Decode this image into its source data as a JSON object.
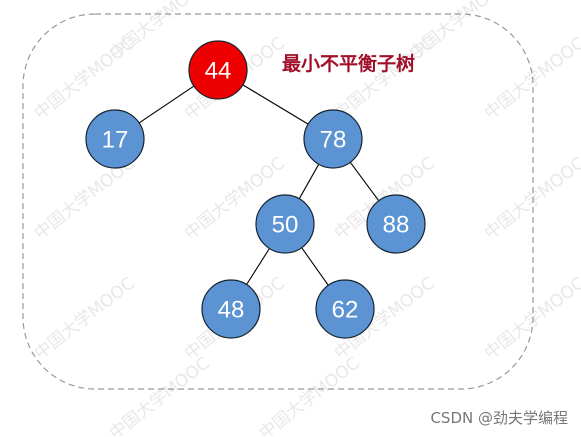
{
  "diagram": {
    "caption": "最小不平衡子树",
    "nodes": [
      {
        "id": "n44",
        "label": "44",
        "highlight": true
      },
      {
        "id": "n17",
        "label": "17",
        "highlight": false
      },
      {
        "id": "n78",
        "label": "78",
        "highlight": false
      },
      {
        "id": "n50",
        "label": "50",
        "highlight": false
      },
      {
        "id": "n88",
        "label": "88",
        "highlight": false
      },
      {
        "id": "n48",
        "label": "48",
        "highlight": false
      },
      {
        "id": "n62",
        "label": "62",
        "highlight": false
      }
    ],
    "edges": [
      [
        "n44",
        "n17"
      ],
      [
        "n44",
        "n78"
      ],
      [
        "n78",
        "n50"
      ],
      [
        "n78",
        "n88"
      ],
      [
        "n50",
        "n48"
      ],
      [
        "n50",
        "n62"
      ]
    ]
  },
  "watermark": "中国大学MOOC",
  "credit": "CSDN @劲夫学编程",
  "colors": {
    "node_fill": "#5b93d3",
    "node_stroke": "#16232f",
    "highlight_fill": "#ee0000",
    "edge": "#000000",
    "caption": "#a0102a",
    "frame": "#999999"
  }
}
